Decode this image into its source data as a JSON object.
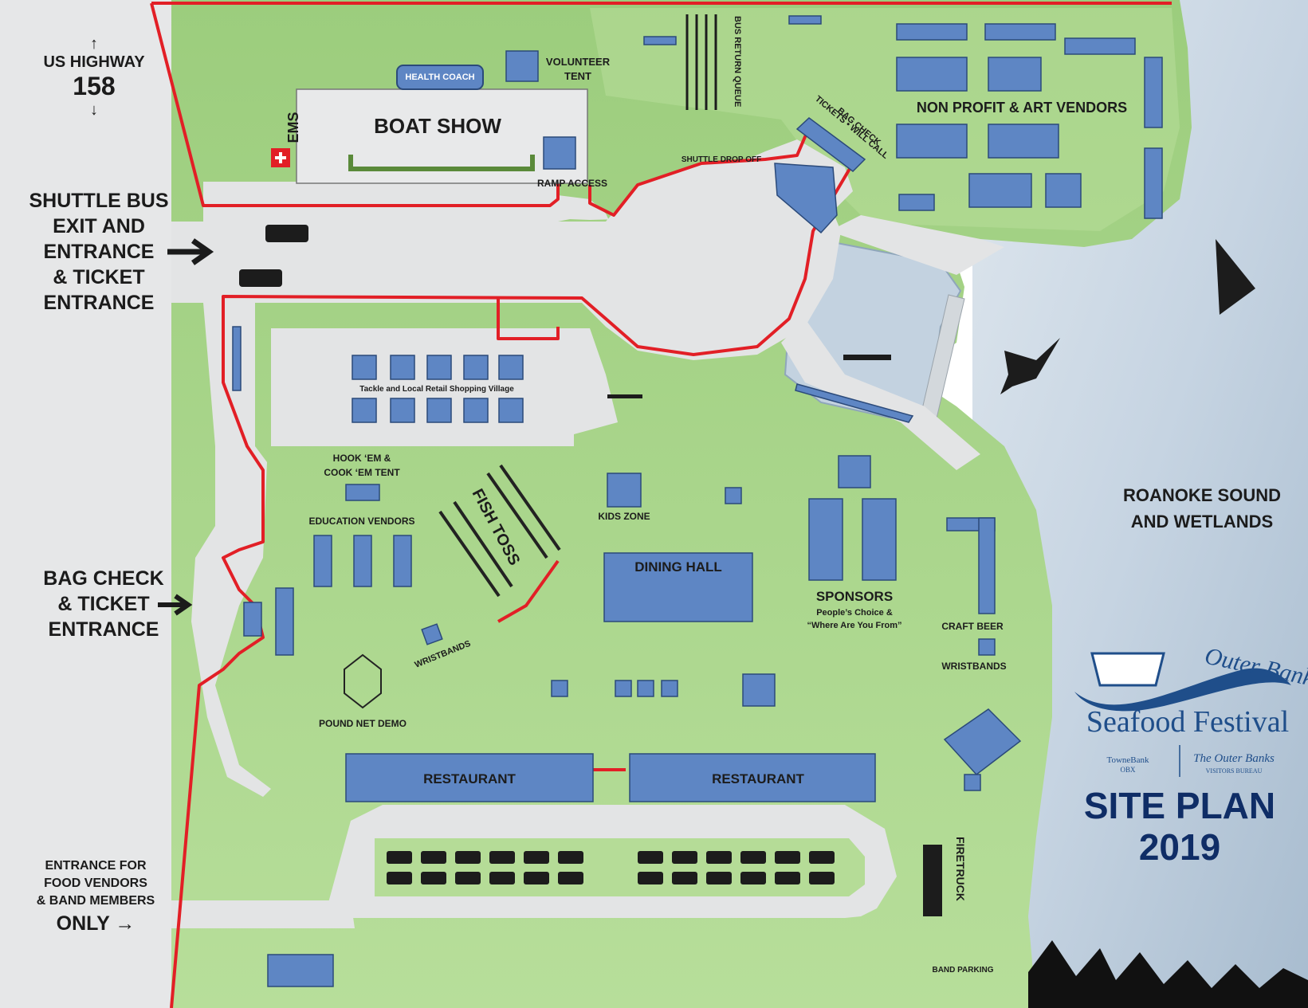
{
  "colors": {
    "grass": "#a9d68b",
    "grass_light": "#c3e5a6",
    "road": "#e4e5e6",
    "booth": "#5e86c4",
    "booth_stroke": "#2b4a7a",
    "fence": "#e21f26",
    "water": "#c9d7e3",
    "title_blue": "#0f2d66"
  },
  "left_labels": {
    "highway_up_arrow": "↑",
    "highway_name": "US HIGHWAY",
    "highway_number": "158",
    "highway_down_arrow": "↓",
    "shuttle_entrance": [
      "SHUTTLE BUS",
      "EXIT AND",
      "ENTRANCE",
      "& TICKET",
      "ENTRANCE"
    ],
    "bag_check_entrance": [
      "BAG CHECK",
      "& TICKET",
      "ENTRANCE"
    ],
    "food_vendor_entrance": [
      "ENTRANCE FOR",
      "FOOD VENDORS",
      "& BAND MEMBERS"
    ],
    "only_label": "ONLY →"
  },
  "areas": {
    "boat_show": "BOAT SHOW",
    "health_coach": "HEALTH COACH",
    "volunteer_tent": [
      "VOLUNTEER",
      "TENT"
    ],
    "ems": "EMS",
    "ramp_access": "RAMP ACCESS",
    "bus_return_queue": "BUS RETURN QUEUE",
    "shuttle_drop_off": "SHUTTLE DROP OFF",
    "bag_check_tickets_will_call": [
      "BAG CHECK",
      "TICKETS • WILL CALL"
    ],
    "non_profit": "NON PROFIT & ART VENDORS",
    "tackle_village": "Tackle and Local Retail Shopping Village",
    "hook_em": [
      "HOOK ‘EM &",
      "COOK ‘EM TENT"
    ],
    "education_vendors": "EDUCATION VENDORS",
    "fish_toss": "FISH TOSS",
    "kids_zone": "KIDS ZONE",
    "dining_hall": "DINING HALL",
    "sponsors": "SPONSORS",
    "sponsors_sub": [
      "People’s Choice &",
      "“Where Are You From”"
    ],
    "craft_beer": "CRAFT BEER",
    "wristbands_left": "WRISTBANDS",
    "wristbands_right": "WRISTBANDS",
    "pound_net_demo": "POUND NET DEMO",
    "restaurant_left": "RESTAURANT",
    "restaurant_right": "RESTAURANT",
    "firetruck": "FIRETRUCK",
    "band_parking": "BAND PARKING",
    "roanoke_sound": [
      "ROANOKE SOUND",
      "AND WETLANDS"
    ]
  },
  "logo": {
    "outer_banks": "Outer Banks",
    "seafood_festival": "Seafood Festival",
    "sponsor_left": "TowneBank",
    "sponsor_left_sub": "OBX",
    "sponsor_right": "The Outer Banks",
    "sponsor_right_sub": "VISITORS BUREAU"
  },
  "site_plan": {
    "title": "SITE PLAN",
    "year": "2019"
  }
}
